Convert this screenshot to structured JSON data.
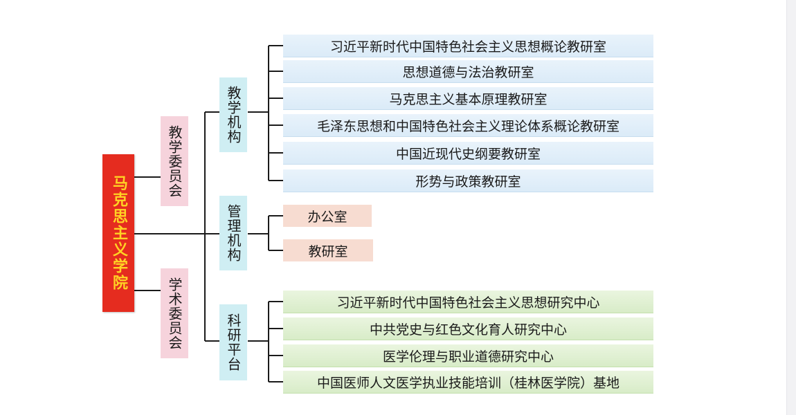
{
  "root": "马克思主义学院",
  "committees": {
    "teaching": "教学委员会",
    "academic": "学术委员会"
  },
  "branches": {
    "teaching_units": {
      "label": "教学机构",
      "items": [
        "习近平新时代中国特色社会主义思想概论教研室",
        "思想道德与法治教研室",
        "马克思主义基本原理教研室",
        "毛泽东思想和中国特色社会主义理论体系概论教研室",
        "中国近现代史纲要教研室",
        "形势与政策教研室"
      ]
    },
    "management": {
      "label": "管理机构",
      "items": [
        "办公室",
        "教研室"
      ]
    },
    "research": {
      "label": "科研平台",
      "items": [
        "习近平新时代中国特色社会主义思想研究中心",
        "中共党史与红色文化育人研究中心",
        "医学伦理与职业道德研究中心",
        "中国医师人文医学执业技能培训（桂林医学院）基地"
      ]
    }
  },
  "colors": {
    "root_bg": "#e52c1f",
    "root_text": "#ffd324",
    "committee_bg": "#f6d3dc",
    "branch_bg": "#cfeef3",
    "teaching_leaf_bg": "#dbebf8",
    "management_leaf_bg": "#f7dcd1",
    "research_leaf_bg": "#d8ecc8"
  }
}
